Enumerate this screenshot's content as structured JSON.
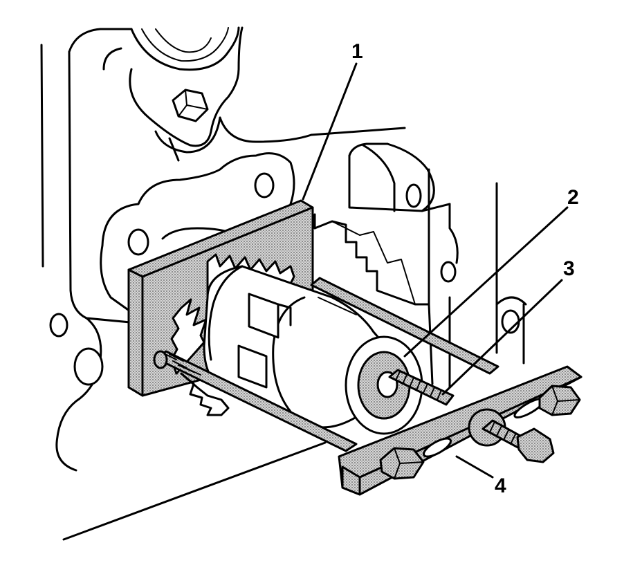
{
  "callouts": [
    {
      "id": "1",
      "text": "1"
    },
    {
      "id": "2",
      "text": "2"
    },
    {
      "id": "3",
      "text": "3"
    },
    {
      "id": "4",
      "text": "4"
    }
  ],
  "colors": {
    "line": "#000000",
    "background": "#ffffff",
    "stipple": "#8a8a8a"
  }
}
